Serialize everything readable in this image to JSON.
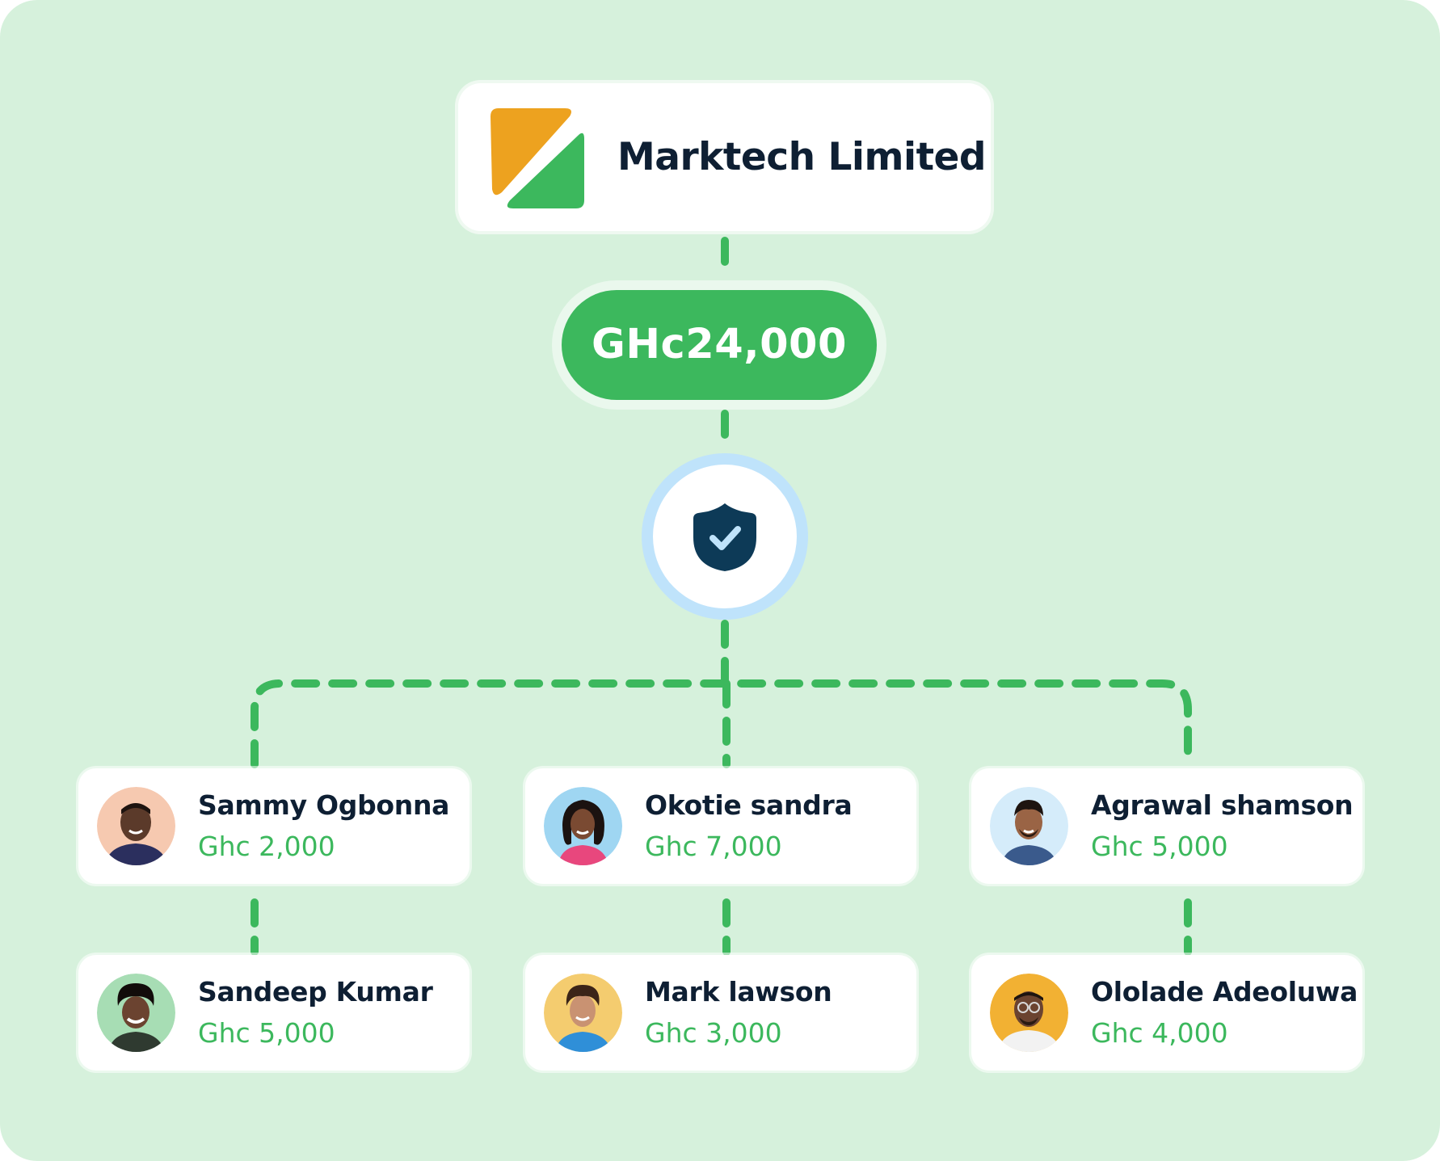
{
  "company": {
    "name": "Marktech Limited",
    "logo_icon": "marktech-logo",
    "logo_colors": [
      "#eda21f",
      "#3cb85d"
    ]
  },
  "total": {
    "amount": "GHc24,000"
  },
  "verify": {
    "icon": "shield-check-icon"
  },
  "colors": {
    "background": "#d6f1dc",
    "accent_green": "#3cb85d",
    "text_dark": "#0e1f33",
    "shield_navy": "#0d3a57",
    "ring_blue": "#bfe3fb"
  },
  "recipients": [
    {
      "name": "Sammy Ogbonna",
      "amount": "Ghc 2,000",
      "avatar_bg": "#f6c9b0"
    },
    {
      "name": "Okotie sandra",
      "amount": "Ghc 7,000",
      "avatar_bg": "#9fd6f2"
    },
    {
      "name": "Agrawal shamson",
      "amount": "Ghc 5,000",
      "avatar_bg": "#d5ecfa"
    },
    {
      "name": "Sandeep Kumar",
      "amount": "Ghc 5,000",
      "avatar_bg": "#a7ddb4"
    },
    {
      "name": "Mark lawson",
      "amount": "Ghc 3,000",
      "avatar_bg": "#f4cc6f"
    },
    {
      "name": "Ololade Adeoluwa",
      "amount": "Ghc 4,000",
      "avatar_bg": "#f2b133"
    }
  ]
}
